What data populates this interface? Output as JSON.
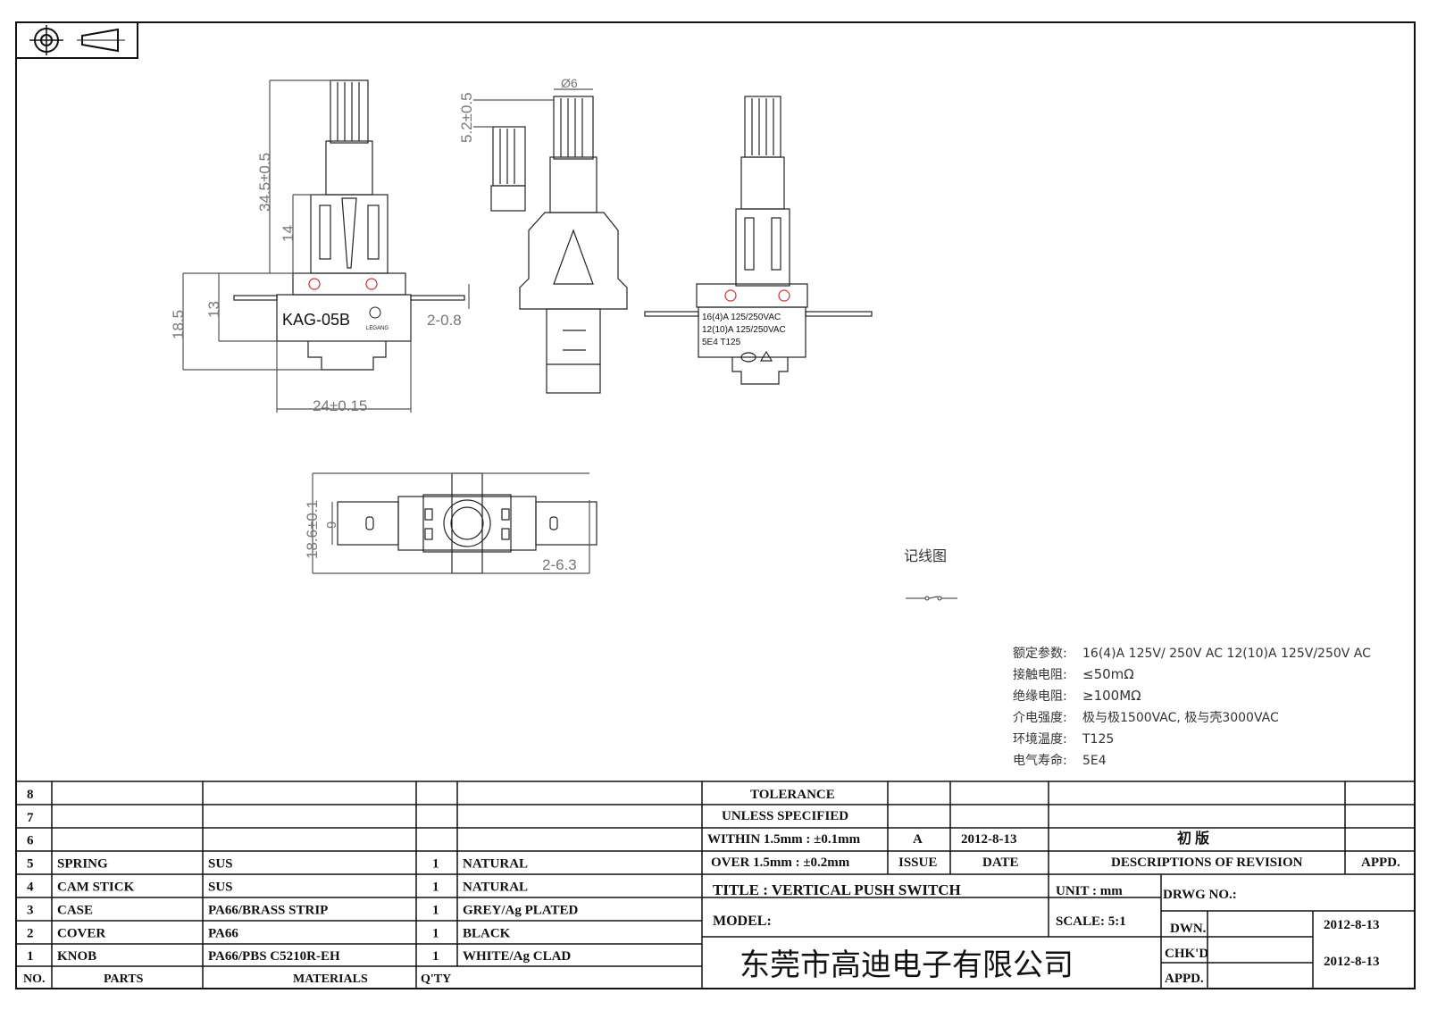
{
  "drawing": {
    "model_marking": "KAG-05B",
    "brand_marking": "LEGANG",
    "rating_line1": "16(4)A 125/250VAC",
    "rating_line2": "12(10)A 125/250VAC",
    "rating_line3": "5E4   T125",
    "dims": {
      "height_total": "34.5±0.5",
      "height_upper": "14",
      "height_body": "18.5",
      "height_case": "13",
      "terminal": "2-0.8",
      "width": "24±0.15",
      "shaft_dia": "Ø6",
      "knob": "5.2±0.5",
      "bottom_width": "18.6±0.1",
      "bottom_inner": "9",
      "bottom_terminal": "2-6.3"
    },
    "wiring_label": "记线图"
  },
  "specs": [
    {
      "label": "额定参数:",
      "value": "16(4)A 125V/ 250V AC   12(10)A 125V/250V AC"
    },
    {
      "label": "接触电阻:",
      "value": "≤50mΩ"
    },
    {
      "label": "绝缘电阻:",
      "value": "≥100MΩ"
    },
    {
      "label": "介电强度:",
      "value": "极与极1500VAC, 极与壳3000VAC"
    },
    {
      "label": "环境温度:",
      "value": "T125"
    },
    {
      "label": "电气寿命:",
      "value": "5E4"
    }
  ],
  "bom": {
    "headers": {
      "no": "NO.",
      "parts": "PARTS",
      "materials": "MATERIALS",
      "qty": "Q'TY"
    },
    "rows": [
      {
        "no": "8",
        "part": "",
        "material": "",
        "qty": "",
        "finish": ""
      },
      {
        "no": "7",
        "part": "",
        "material": "",
        "qty": "",
        "finish": ""
      },
      {
        "no": "6",
        "part": "",
        "material": "",
        "qty": "",
        "finish": ""
      },
      {
        "no": "5",
        "part": "SPRING",
        "material": "SUS",
        "qty": "1",
        "finish": "NATURAL"
      },
      {
        "no": "4",
        "part": "CAM STICK",
        "material": "SUS",
        "qty": "1",
        "finish": "NATURAL"
      },
      {
        "no": "3",
        "part": "CASE",
        "material": "PA66/BRASS STRIP",
        "qty": "1",
        "finish": "GREY/Ag PLATED"
      },
      {
        "no": "2",
        "part": "COVER",
        "material": "PA66",
        "qty": "1",
        "finish": "BLACK"
      },
      {
        "no": "1",
        "part": "KNOB",
        "material": "PA66/PBS C5210R-EH",
        "qty": "1",
        "finish": "WHITE/Ag CLAD"
      }
    ]
  },
  "title_block": {
    "tolerance_title": "TOLERANCE",
    "tolerance_sub": "UNLESS  SPECIFIED",
    "within": "WITHIN 1.5mm : ±0.1mm",
    "over": "OVER 1.5mm : ±0.2mm",
    "rev_issue": "A",
    "rev_date": "2012-8-13",
    "rev_desc": "初  版",
    "issue_label": "ISSUE",
    "date_label": "DATE",
    "desc_label": "DESCRIPTIONS OF REVISION",
    "appd_label": "APPD.",
    "title": "TITLE :  VERTICAL PUSH SWITCH",
    "unit": "UNIT :  mm",
    "drwg_no": "DRWG NO.:",
    "model": "MODEL:",
    "scale": "SCALE:  5:1",
    "dwn_label": "DWN.",
    "dwn_date": "2012-8-13",
    "chkd_label": "CHK'D",
    "chkd_date": "2012-8-13",
    "appd2_label": "APPD.",
    "company": "东莞市高迪电子有限公司"
  }
}
